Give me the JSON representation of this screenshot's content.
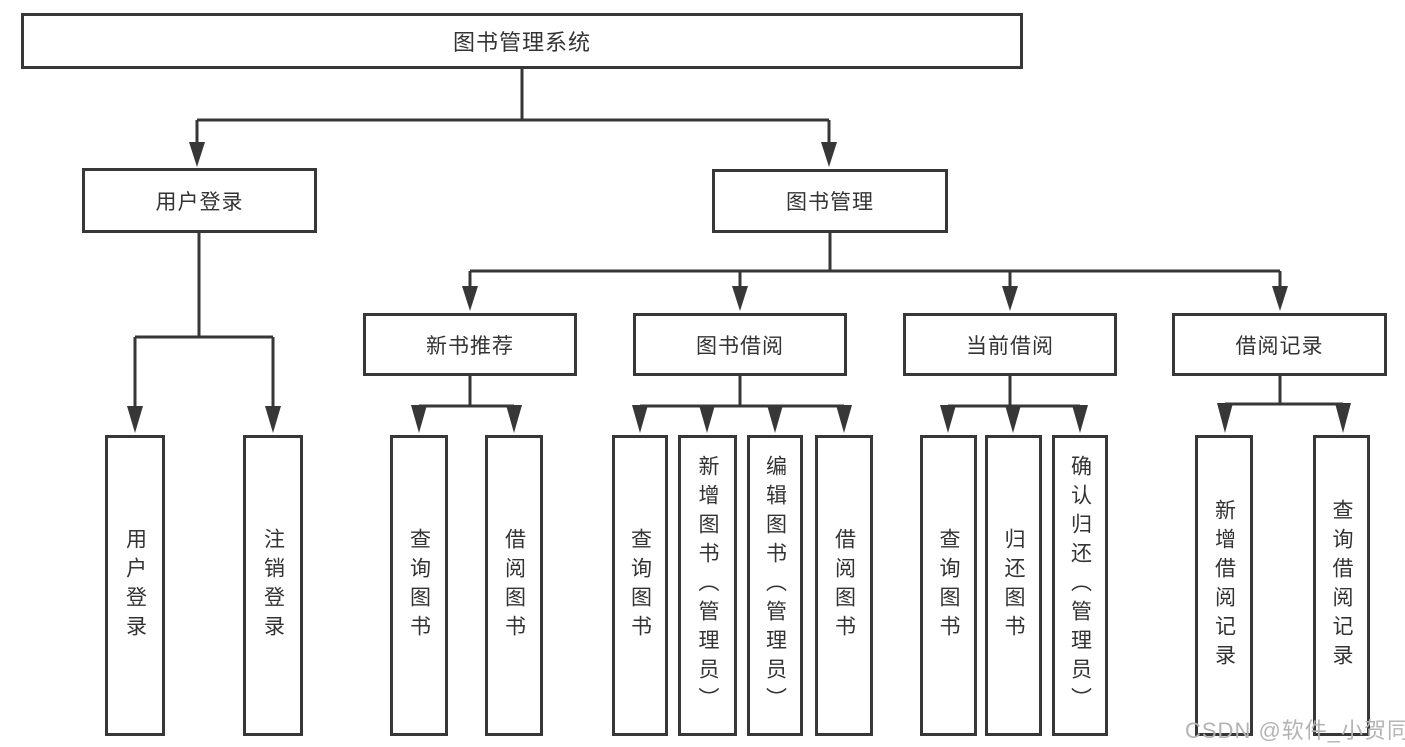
{
  "diagram_type": "hierarchy-tree",
  "colors": {
    "line": "#373737",
    "box_border": "#373737",
    "box_fill": "#ffffff",
    "text": "#333333",
    "watermark_text": "#b4b4b4",
    "background": "#ffffff"
  },
  "tree": {
    "label": "图书管理系统",
    "children": [
      {
        "label": "用户登录",
        "children": [
          {
            "label": "用户登录"
          },
          {
            "label": "注销登录"
          }
        ]
      },
      {
        "label": "图书管理",
        "children": [
          {
            "label": "新书推荐",
            "children": [
              {
                "label": "查询图书"
              },
              {
                "label": "借阅图书"
              }
            ]
          },
          {
            "label": "图书借阅",
            "children": [
              {
                "label": "查询图书"
              },
              {
                "label": "新增图书（管理员）"
              },
              {
                "label": "编辑图书（管理员）"
              },
              {
                "label": "借阅图书"
              }
            ]
          },
          {
            "label": "当前借阅",
            "children": [
              {
                "label": "查询图书"
              },
              {
                "label": "归还图书"
              },
              {
                "label": "确认归还（管理员）"
              }
            ]
          },
          {
            "label": "借阅记录",
            "children": [
              {
                "label": "新增借阅记录"
              },
              {
                "label": "查询借阅记录"
              }
            ]
          }
        ]
      }
    ]
  },
  "watermark": {
    "text": "CSDN @软件_小贺同学"
  }
}
